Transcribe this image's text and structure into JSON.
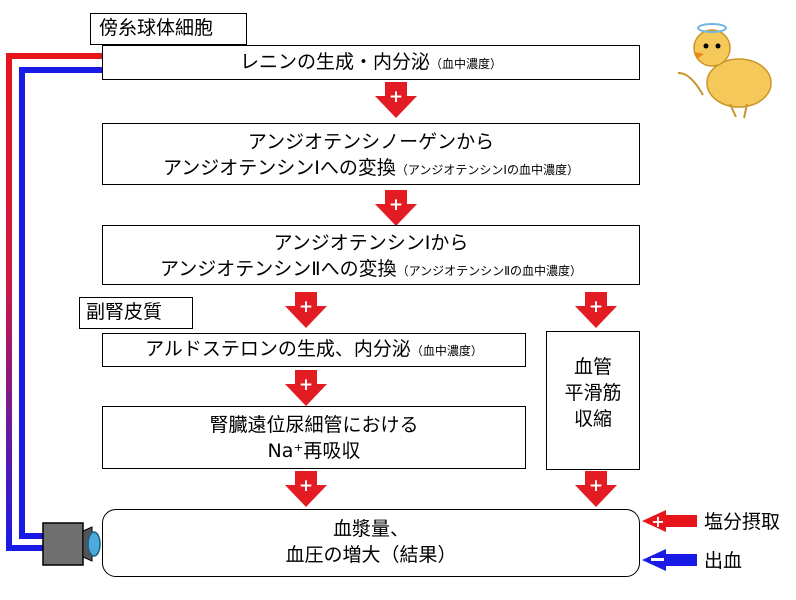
{
  "labels": {
    "juxtaglomerular": "傍糸球体細胞",
    "adrenal_cortex": "副腎皮質"
  },
  "steps": {
    "renin": {
      "main": "レニンの生成・内分泌",
      "note": "（血中濃度）"
    },
    "ang1": {
      "line1": "アンジオテンシノーゲンから",
      "line2": "アンジオテンシンⅠへの変換",
      "note": "（アンジオテンシンⅠの血中濃度）"
    },
    "ang2": {
      "line1": "アンジオテンシンⅠから",
      "line2": "アンジオテンシンⅡへの変換",
      "note": "（アンジオテンシンⅡの血中濃度）"
    },
    "aldosterone": {
      "main": "アルドステロンの生成、内分泌",
      "note": "（血中濃度）"
    },
    "na_reabsorption": {
      "line1": "腎臓遠位尿細管における",
      "line2": "Na⁺再吸収"
    },
    "vasoconstriction": {
      "line1": "血管",
      "line2": "平滑筋",
      "line3": "収縮"
    },
    "result": {
      "line1": "血漿量、",
      "line2": "血圧の増大（結果）"
    }
  },
  "inputs": {
    "salt_intake": {
      "label": "塩分摂取",
      "sign": "+"
    },
    "bleeding": {
      "label": "出血",
      "sign": "−"
    }
  },
  "arrow_sign": "+",
  "colors": {
    "down_arrow": "#e31b23",
    "salt_arrow": "#e8141c",
    "bleed_arrow": "#1a1ae6",
    "feedback_red": "#e8141c",
    "feedback_blue": "#1a1ae6"
  },
  "icons": [
    "sensor-camera-icon",
    "chick-illustration"
  ]
}
